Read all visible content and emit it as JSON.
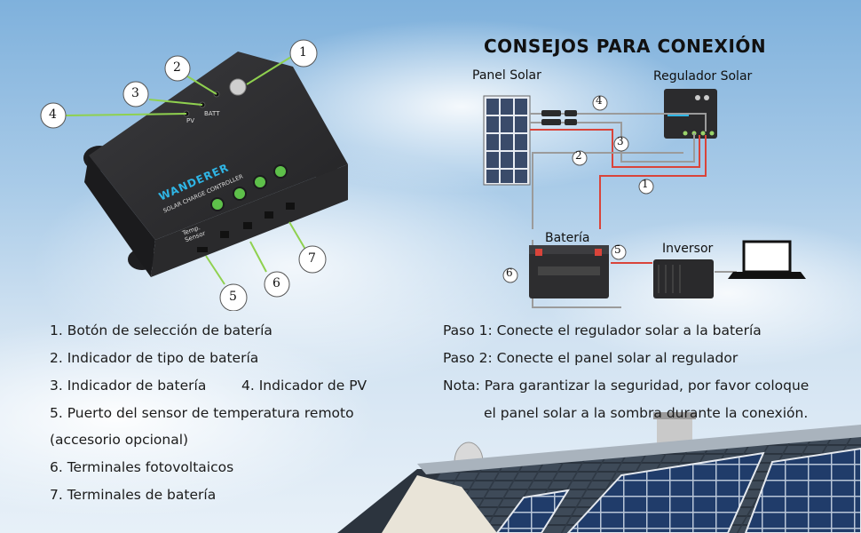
{
  "header": {
    "title": "CONSEJOS PARA CONEXIÓN"
  },
  "device": {
    "brand": "WANDERER",
    "subtitle": "SOLAR CHARGE CONTROLLER",
    "label_pv": "PV",
    "label_batt": "BATT",
    "label_temp": "Temp. Sensor",
    "callouts": [
      "1",
      "2",
      "3",
      "4",
      "5",
      "6",
      "7"
    ]
  },
  "diagram": {
    "panel_label": "Panel Solar",
    "regulator_label": "Regulador Solar",
    "battery_label": "Batería",
    "inverter_label": "Inversor",
    "wire_numbers": [
      "1",
      "2",
      "3",
      "4",
      "5",
      "6"
    ]
  },
  "legend": {
    "items": [
      "1. Botón de selección de batería",
      "2. Indicador de tipo de batería",
      "3. Indicador de batería",
      "4. Indicador de PV",
      "5. Puerto del sensor de temperatura remoto",
      "(accesorio opcional)",
      "6. Terminales fotovoltaicos",
      "7. Terminales de batería"
    ]
  },
  "steps": {
    "step1": "Paso 1: Conecte el regulador solar a la batería",
    "step2": "Paso 2: Conecte el panel solar al regulador",
    "note1": "Nota: Para garantizar la seguridad, por favor coloque",
    "note2": "el panel solar a la sombra durante la conexión."
  },
  "colors": {
    "wire_red": "#d9443a",
    "wire_gray": "#9b9b9b",
    "callout_green": "#8fd14f",
    "device_body": "#2b2b2d"
  }
}
